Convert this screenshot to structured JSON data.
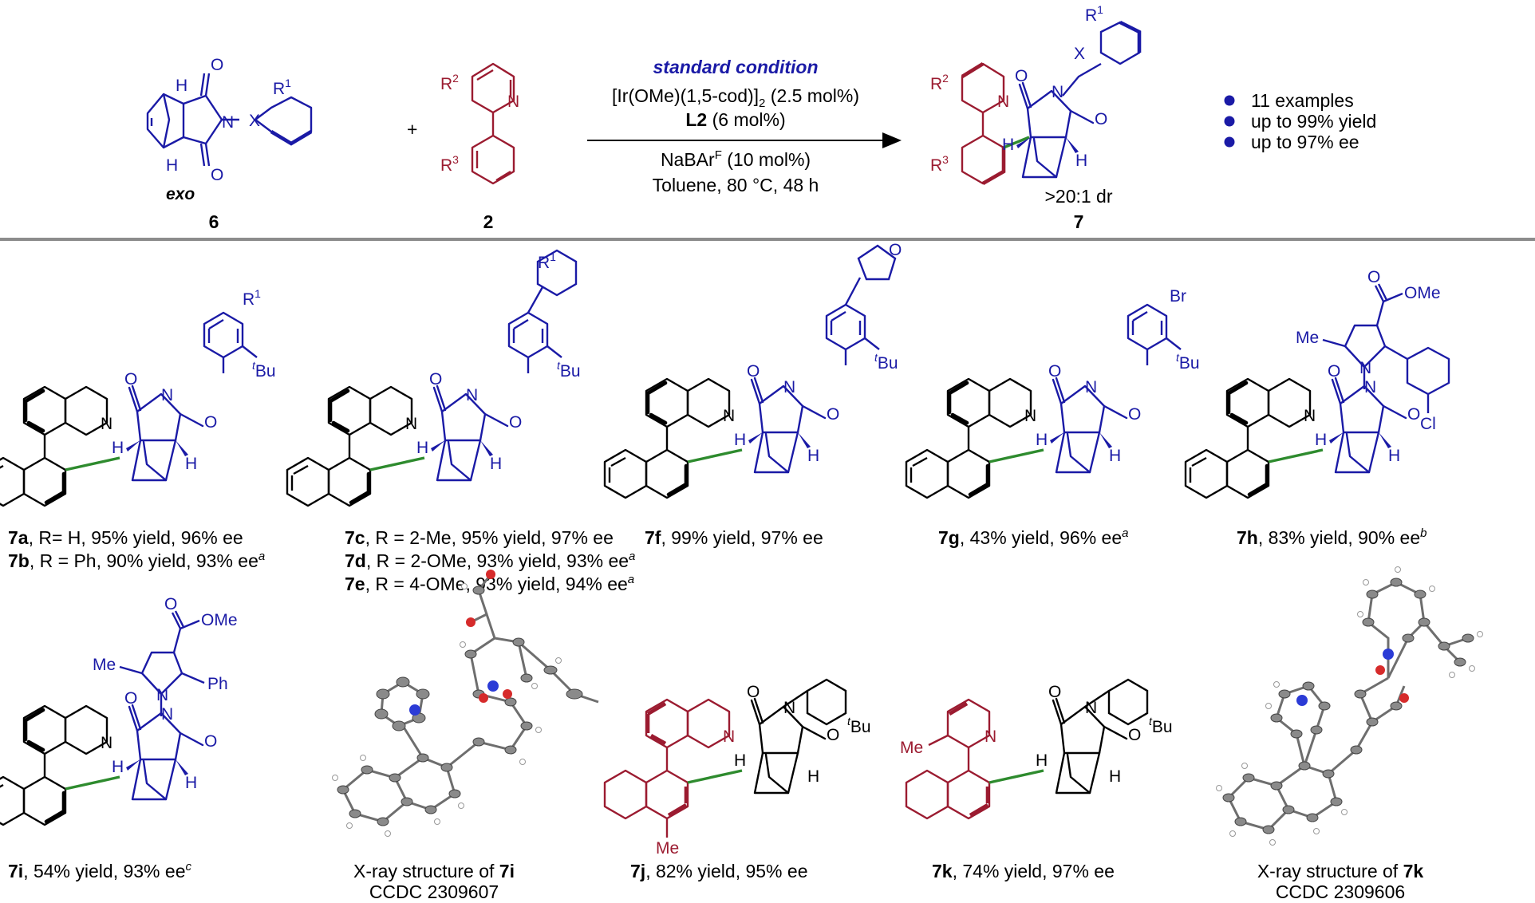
{
  "colors": {
    "imide": "#1a1aa6",
    "aryl": "#9b1b30",
    "new_bond": "#2e8b2e",
    "divider": "#8c8c8c",
    "bullet": "#1a1aa6"
  },
  "reaction": {
    "reactant_1": {
      "number": "6",
      "stereo_label": "exo",
      "substituent": "R",
      "sub_sup": "1",
      "linker": "X"
    },
    "reactant_2": {
      "number": "2",
      "sub_a": "R",
      "sub_a_sup": "2",
      "sub_b": "R",
      "sub_b_sup": "3",
      "n_label": "N"
    },
    "plus": "+",
    "conditions": {
      "title": "standard condition",
      "catalyst_pre": "[Ir(OMe)(1,5-cod)]",
      "catalyst_sub": "2",
      "catalyst_post": " (2.5 mol%)",
      "ligand": "L2",
      "ligand_amount": " (6 mol%)",
      "additive_pre": "NaBAr",
      "additive_sup": "F",
      "additive_post": " (10 mol%)",
      "solvent": "Toluene, 80 °C, 48 h"
    },
    "product": {
      "number": "7",
      "dr": ">20:1 dr"
    },
    "highlights": [
      "11 examples",
      "up to 99% yield",
      "up to 97% ee"
    ]
  },
  "atom_labels": {
    "o": "O",
    "n": "N",
    "h": "H",
    "me": "Me",
    "tbu": "Bu",
    "t": "t",
    "br": "Br",
    "cl": "Cl",
    "ph": "Ph",
    "ome": "OMe",
    "r": "R",
    "one": "1"
  },
  "captions": {
    "c7a": {
      "id": "7a",
      "text": ", R= H, 95% yield, 96% ee",
      "note": ""
    },
    "c7b": {
      "id": "7b",
      "text": ", R = Ph, 90% yield, 93% ee",
      "note": "a"
    },
    "c7c": {
      "id": "7c",
      "text": ", R = 2-Me, 95% yield, 97% ee",
      "note": ""
    },
    "c7d": {
      "id": "7d",
      "text": ", R = 2-OMe, 93% yield, 93% ee",
      "note": "a"
    },
    "c7e": {
      "id": "7e",
      "text": ", R = 4-OMe, 93% yield, 94% ee",
      "note": "a"
    },
    "c7f": {
      "id": "7f",
      "text": ", 99% yield, 97% ee",
      "note": ""
    },
    "c7g": {
      "id": "7g",
      "text": ", 43% yield, 96% ee",
      "note": "a"
    },
    "c7h": {
      "id": "7h",
      "text": ", 83% yield, 90% ee",
      "note": "b"
    },
    "c7i": {
      "id": "7i",
      "text": ", 54% yield, 93% ee",
      "note": "c"
    },
    "c7j": {
      "id": "7j",
      "text": ", 82% yield, 95% ee",
      "note": ""
    },
    "c7k": {
      "id": "7k",
      "text": ", 74% yield, 97% ee",
      "note": ""
    }
  },
  "xray": {
    "x7i": {
      "line1": "X-ray structure of ",
      "compound": "7i",
      "ccdc": "CCDC 2309607"
    },
    "x7k": {
      "line1": "X-ray structure of ",
      "compound": "7k",
      "ccdc": "CCDC 2309606"
    }
  }
}
